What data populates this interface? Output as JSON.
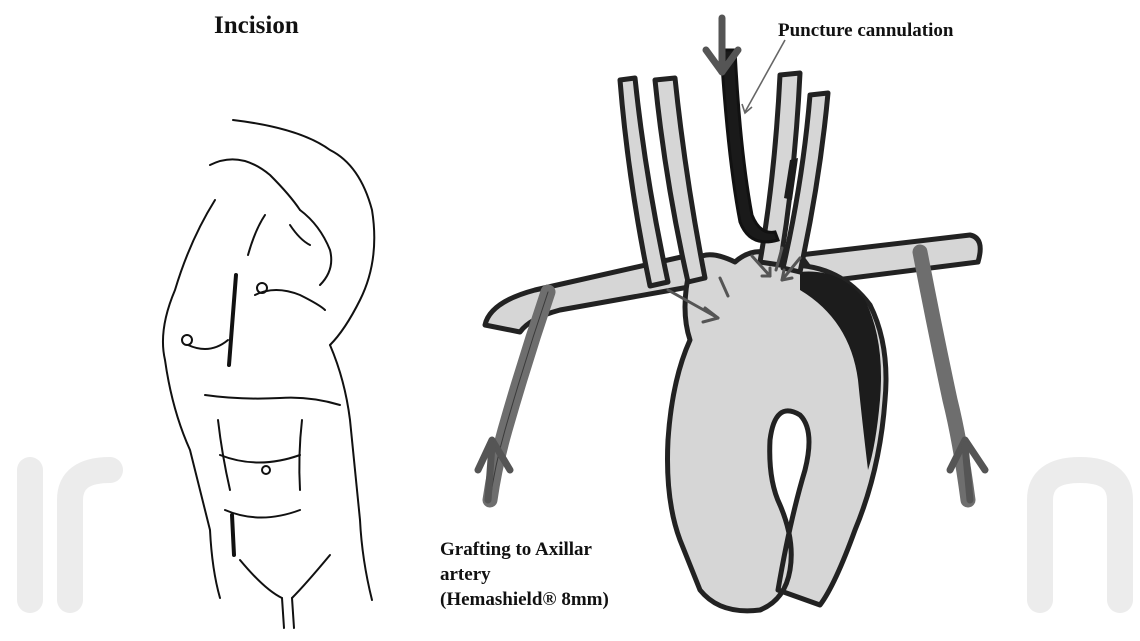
{
  "figure": {
    "left_panel_title": "Incision",
    "callout_label": "Puncture cannulation",
    "graft_label_lines": [
      "Grafting to Axillar",
      "artery",
      "(Hemashield® 8mm)"
    ]
  },
  "colors": {
    "ink": "#111111",
    "aorta_fill": "#d6d6d6",
    "graft_gray": "#6e6e6e",
    "watermark": "#ececec"
  }
}
